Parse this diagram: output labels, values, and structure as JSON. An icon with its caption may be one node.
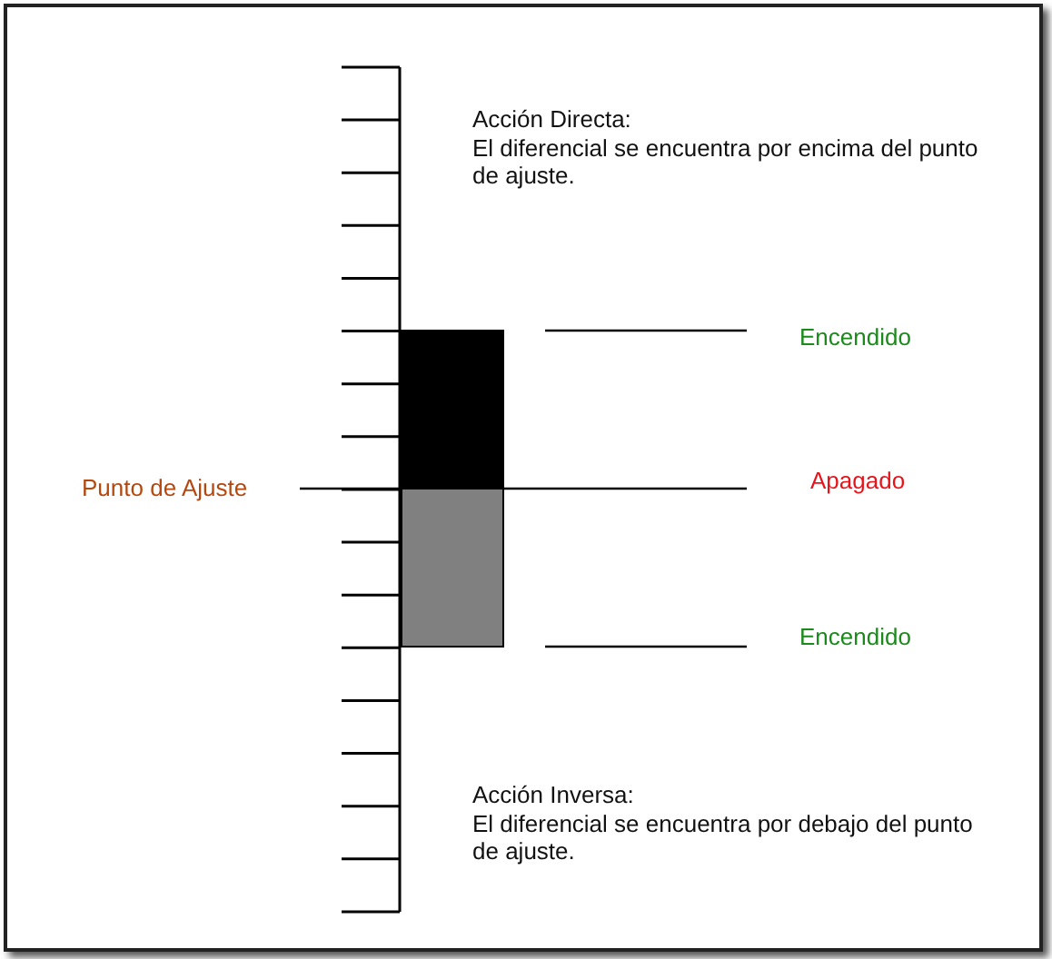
{
  "diagram": {
    "labels": [
      "Acción Directa:",
      "El diferencial se encuentra por encima del punto de ajuste.",
      "Encendido",
      "Punto de Ajuste",
      "Apagado",
      "Encendido",
      "Acción Inversa:",
      "El diferencial se encuentra por debajo del punto de ajuste."
    ]
  }
}
